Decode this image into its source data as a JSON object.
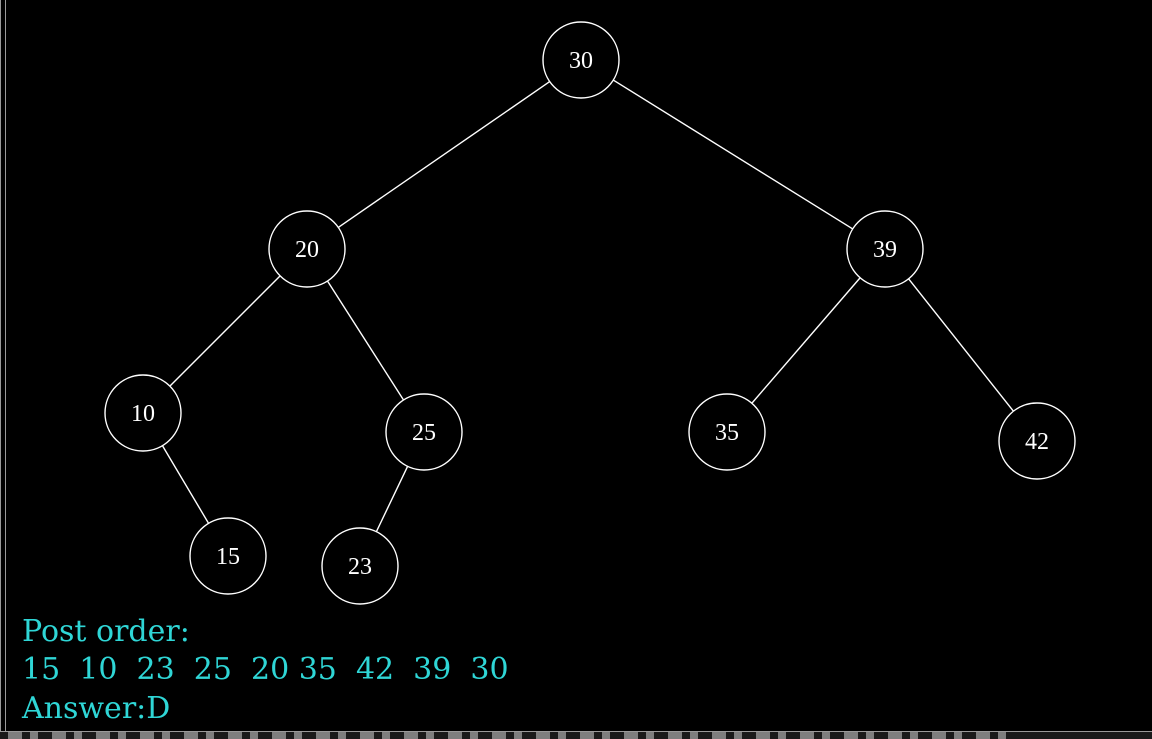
{
  "tree": {
    "nodes": [
      {
        "id": "n30",
        "label": "30"
      },
      {
        "id": "n20",
        "label": "20"
      },
      {
        "id": "n39",
        "label": "39"
      },
      {
        "id": "n10",
        "label": "10"
      },
      {
        "id": "n25",
        "label": "25"
      },
      {
        "id": "n35",
        "label": "35"
      },
      {
        "id": "n42",
        "label": "42"
      },
      {
        "id": "n15",
        "label": "15"
      },
      {
        "id": "n23",
        "label": "23"
      }
    ],
    "edges": [
      [
        "n30",
        "n20"
      ],
      [
        "n30",
        "n39"
      ],
      [
        "n20",
        "n10"
      ],
      [
        "n20",
        "n25"
      ],
      [
        "n39",
        "n35"
      ],
      [
        "n39",
        "n42"
      ],
      [
        "n10",
        "n15"
      ],
      [
        "n25",
        "n23"
      ]
    ]
  },
  "caption": {
    "title": "Post order:",
    "sequence": "15  10  23  25  20 35  42  39  30",
    "answer": "Answer:D"
  },
  "colors": {
    "background": "#000000",
    "node_stroke": "#ffffff",
    "edge": "#ffffff",
    "caption_text": "#2fd6d6"
  }
}
